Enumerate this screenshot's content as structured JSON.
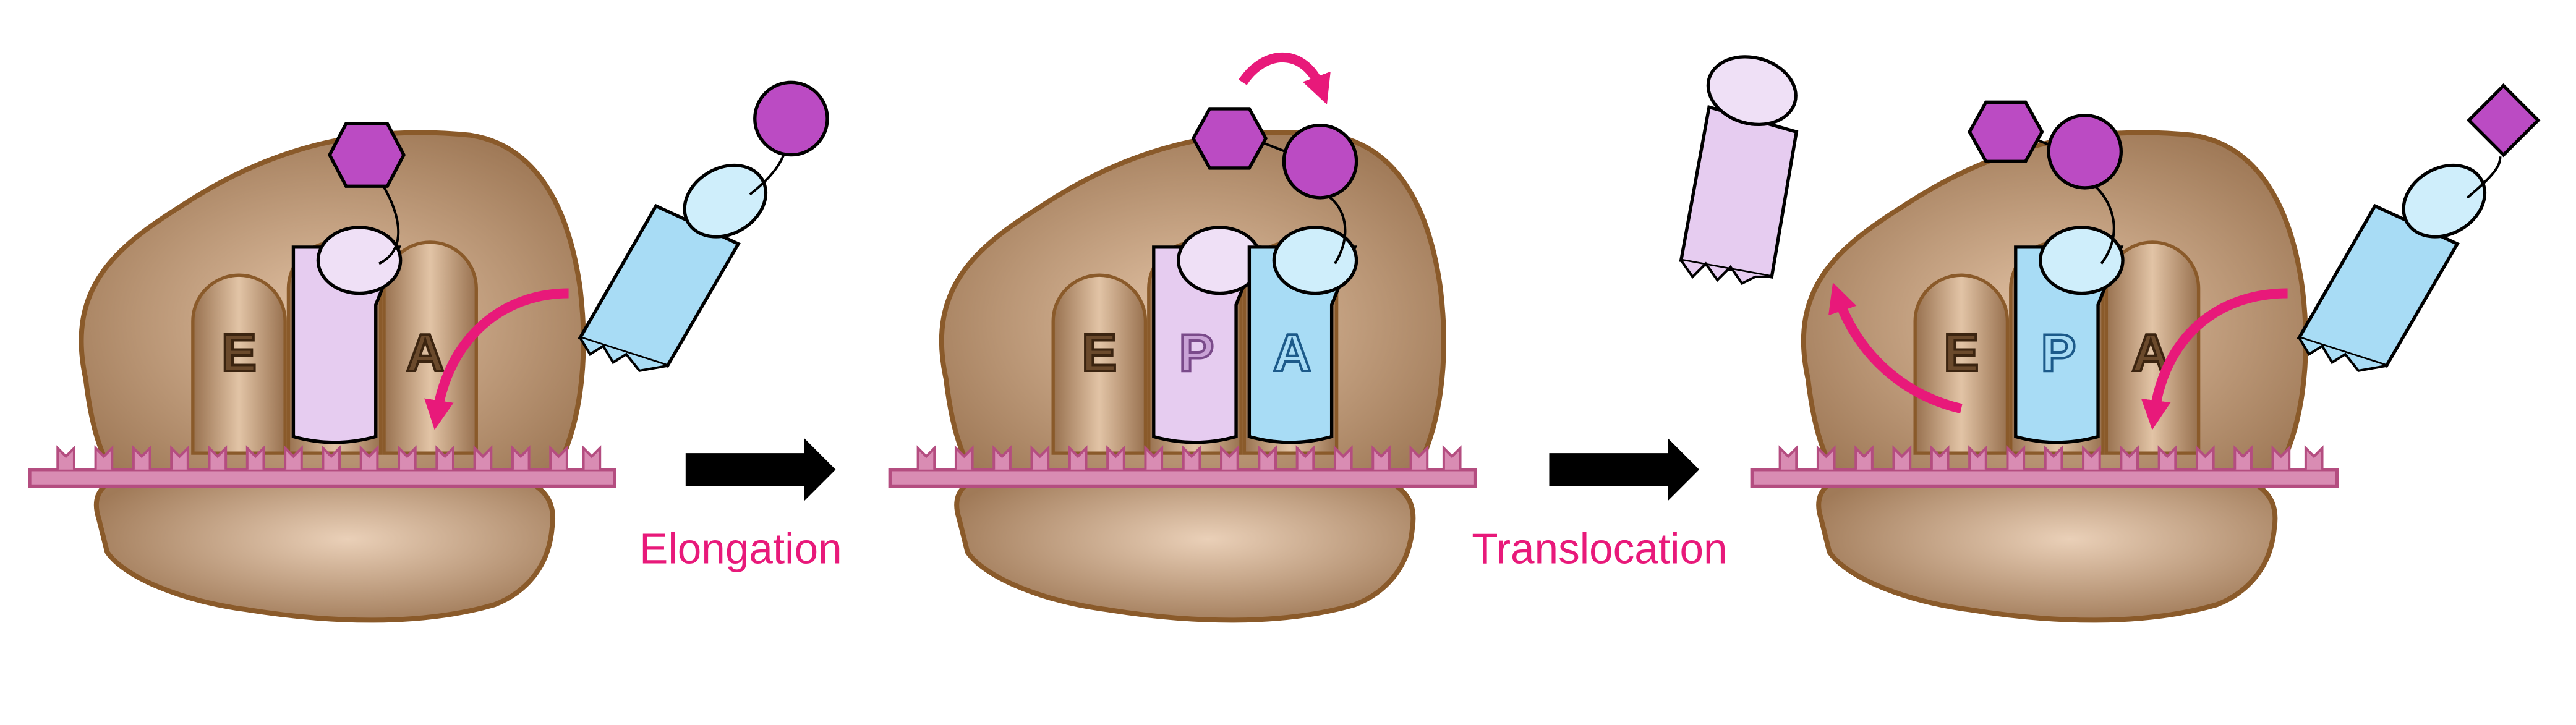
{
  "colors": {
    "ribosome": "#a07a58",
    "ribosome_outline": "#8a5a2a",
    "mrna": "#d98cb3",
    "mrna_outline": "#b44d80",
    "trna_p": "#e6ccf0",
    "trna_a": "#a8dcf5",
    "amino_acid": "#bb4bc3",
    "arrow_magenta": "#e8197a",
    "label_magenta": "#e8197a",
    "arrow_black": "#000000"
  },
  "sites": {
    "e": "E",
    "p": "P",
    "a": "A"
  },
  "steps": {
    "elongation": "Elongation",
    "translocation": "Translocation"
  },
  "icons": {
    "amino_acid_circle": "circle",
    "amino_acid_hexagon": "hexagon",
    "amino_acid_diamond": "diamond"
  }
}
